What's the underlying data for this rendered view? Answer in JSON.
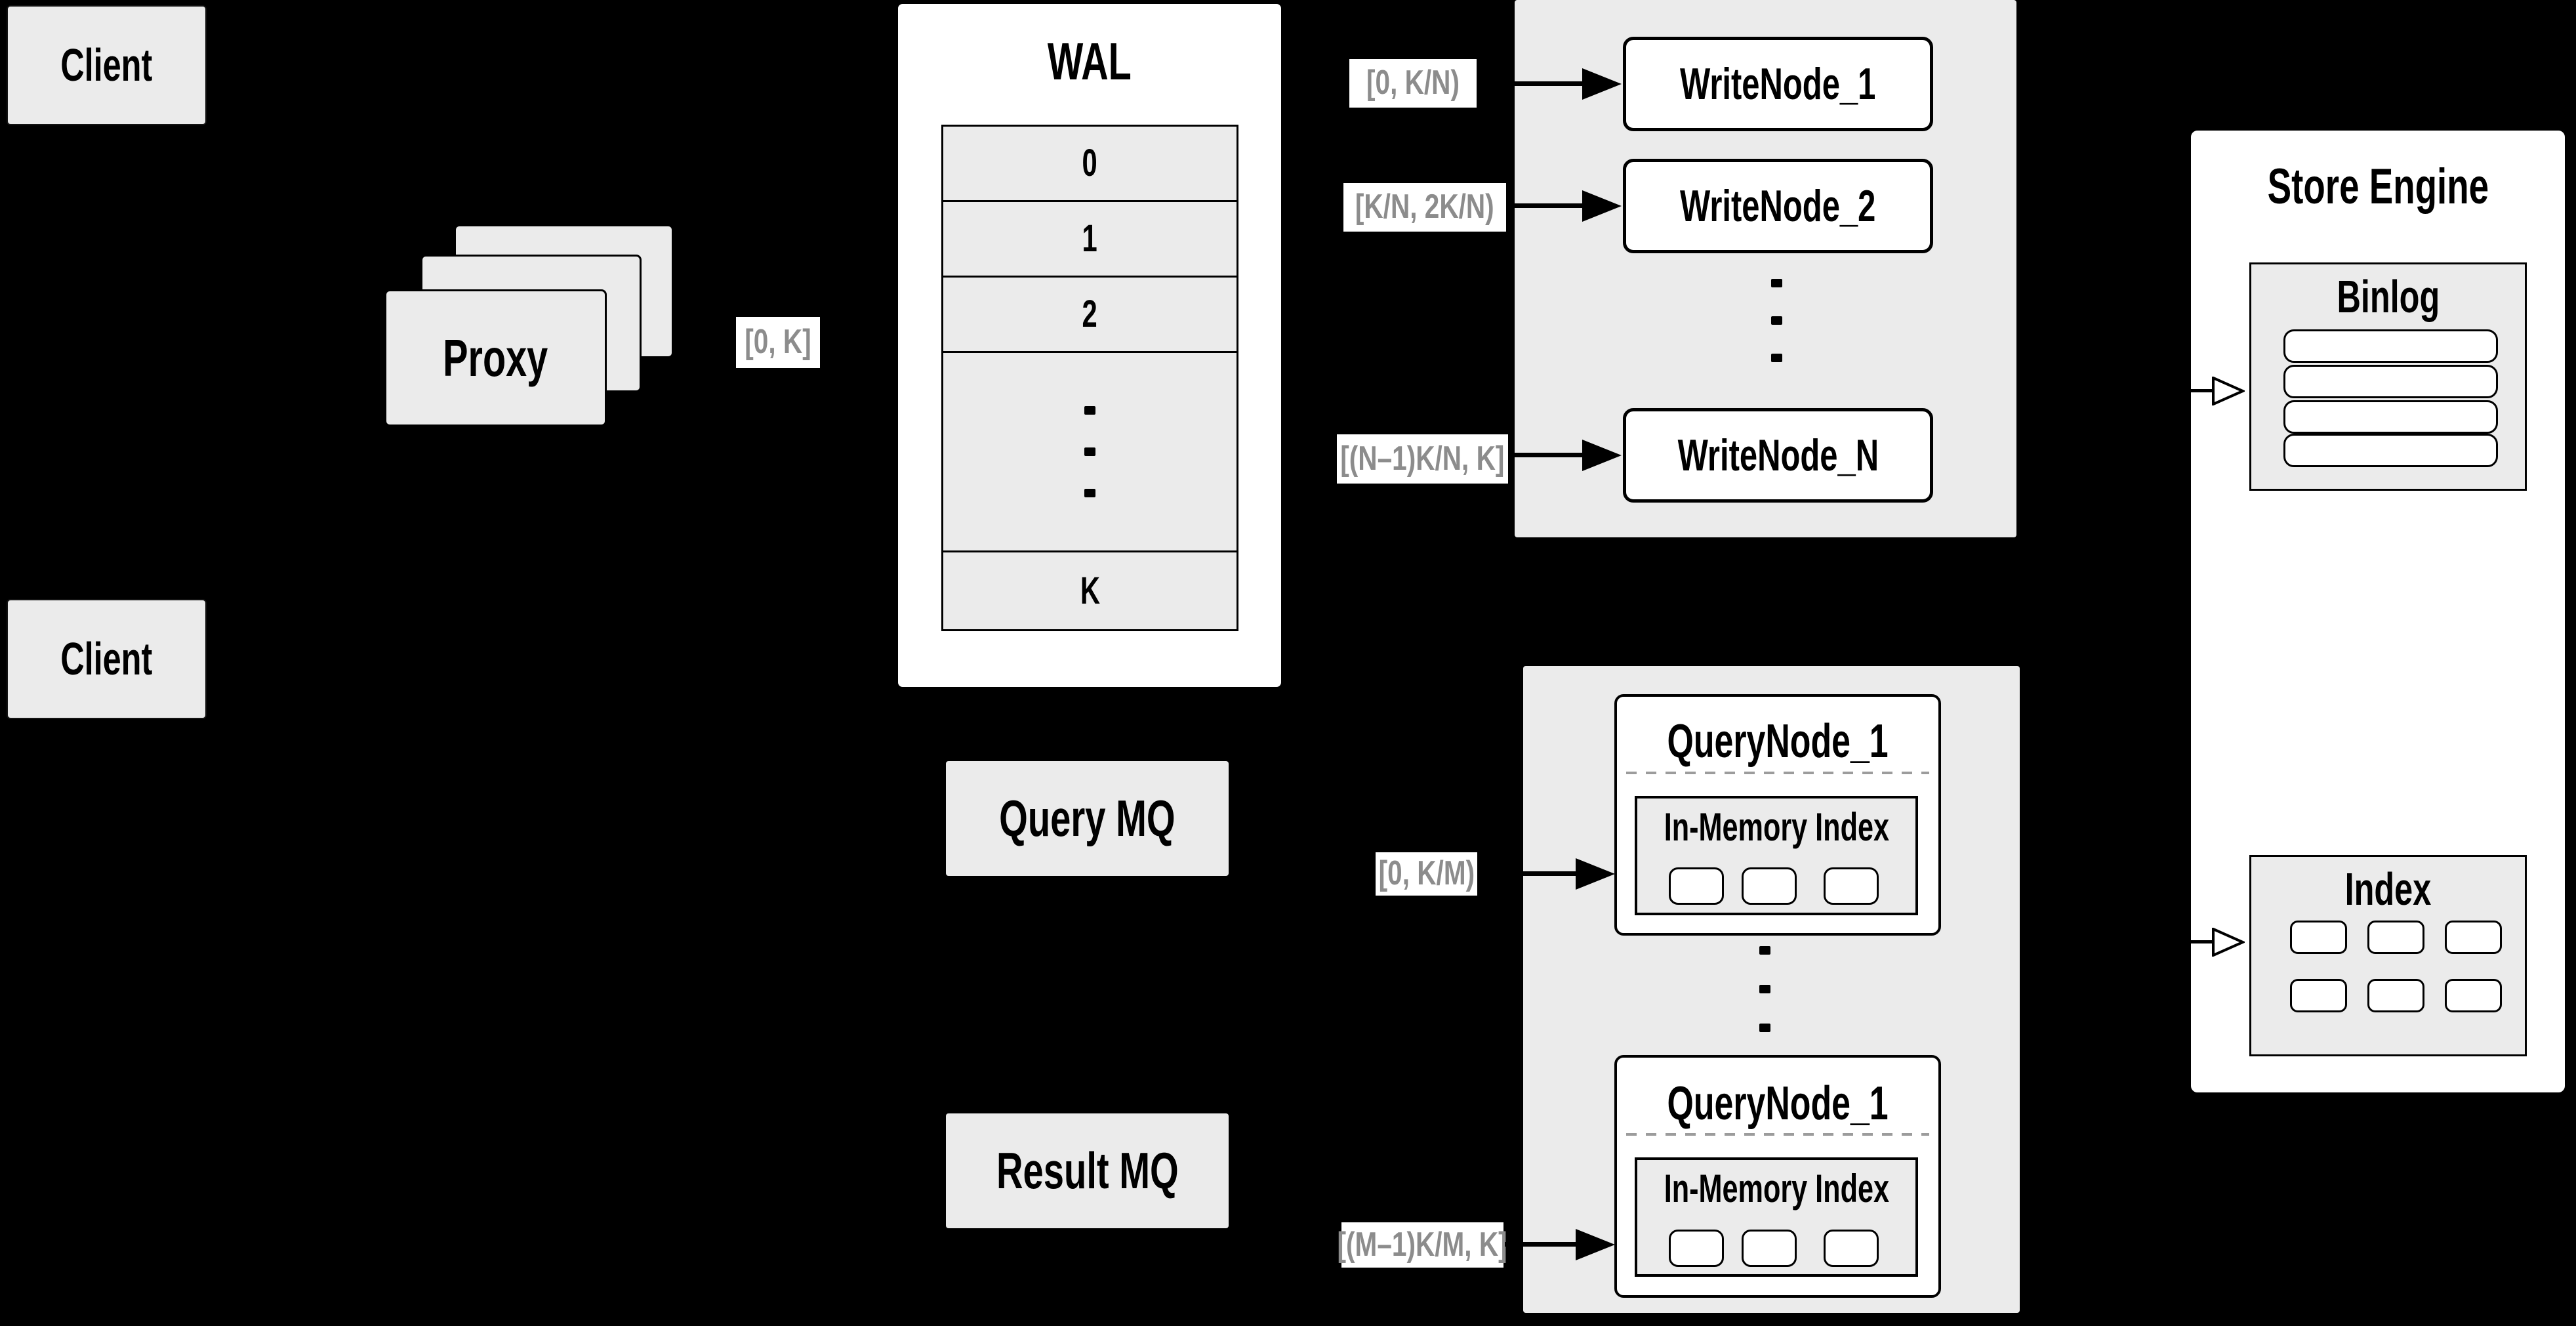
{
  "colors": {
    "background": "#000000",
    "panel_fill": "#ebebeb",
    "surface_fill": "#ffffff",
    "line": "#000000",
    "range_label_text": "#8c8c8c"
  },
  "clients": {
    "top_label": "Client",
    "bottom_label": "Client"
  },
  "proxy": {
    "label": "Proxy",
    "output_range": "[0, K]"
  },
  "wal": {
    "title": "WAL",
    "segments": [
      "0",
      "1",
      "2",
      "K"
    ]
  },
  "write_cluster": {
    "ranges": [
      "[0, K/N)",
      "[K/N, 2K/N)",
      "[(N–1)K/N, K]"
    ],
    "nodes": [
      "WriteNode_1",
      "WriteNode_2",
      "WriteNode_N"
    ]
  },
  "store_engine": {
    "title": "Store Engine",
    "binlog_title": "Binlog",
    "index_title": "Index"
  },
  "messaging": {
    "query_mq_label": "Query MQ",
    "result_mq_label": "Result MQ"
  },
  "query_cluster": {
    "ranges": [
      "[0, K/M)",
      "[(M–1)K/M, K]"
    ],
    "nodes": [
      {
        "title": "QueryNode_1",
        "inner_title": "In-Memory Index"
      },
      {
        "title": "QueryNode_1",
        "inner_title": "In-Memory Index"
      }
    ]
  }
}
